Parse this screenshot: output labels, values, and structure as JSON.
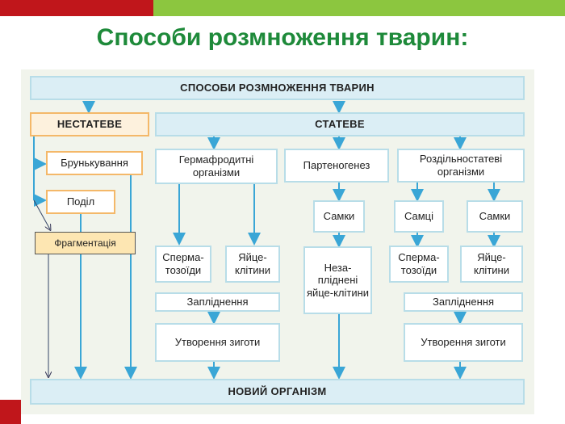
{
  "slide": {
    "title": "Способи розмноження тварин:"
  },
  "diagram": {
    "root": "СПОСОБИ РОЗМНОЖЕННЯ ТВАРИН",
    "asexual": {
      "label": "НЕСТАТЕВЕ",
      "items": [
        "Брунькування",
        "Поділ",
        "Фрагментація"
      ]
    },
    "sexual": {
      "label": "СТАТЕВЕ",
      "hermaphrodite": {
        "label": "Гермафродитні організми",
        "sperm": "Сперма-тозоїди",
        "eggs": "Яйце-клітини",
        "fertilization": "Запліднення",
        "zygote": "Утворення зиготи"
      },
      "parthenogenesis": {
        "label": "Партеногенез",
        "females": "Самки",
        "unfertilized": "Неза-пліднені яйце-клітини"
      },
      "dioecious": {
        "label": "Роздільностатеві організми",
        "males": "Самці",
        "females": "Самки",
        "sperm": "Сперма-тозоїди",
        "eggs": "Яйце-клітини",
        "fertilization": "Запліднення",
        "zygote": "Утворення зиготи"
      }
    },
    "result": "НОВИЙ ОРГАНІЗМ"
  },
  "colors": {
    "title": "#1e8a3a",
    "top_bar_red": "#c0161b",
    "top_bar_green": "#8cc63f",
    "arrow": "#3aa6d6",
    "box_border": "#b8dde8",
    "asexual_border": "#f4b869",
    "fragment_fill": "#fde6b2"
  }
}
